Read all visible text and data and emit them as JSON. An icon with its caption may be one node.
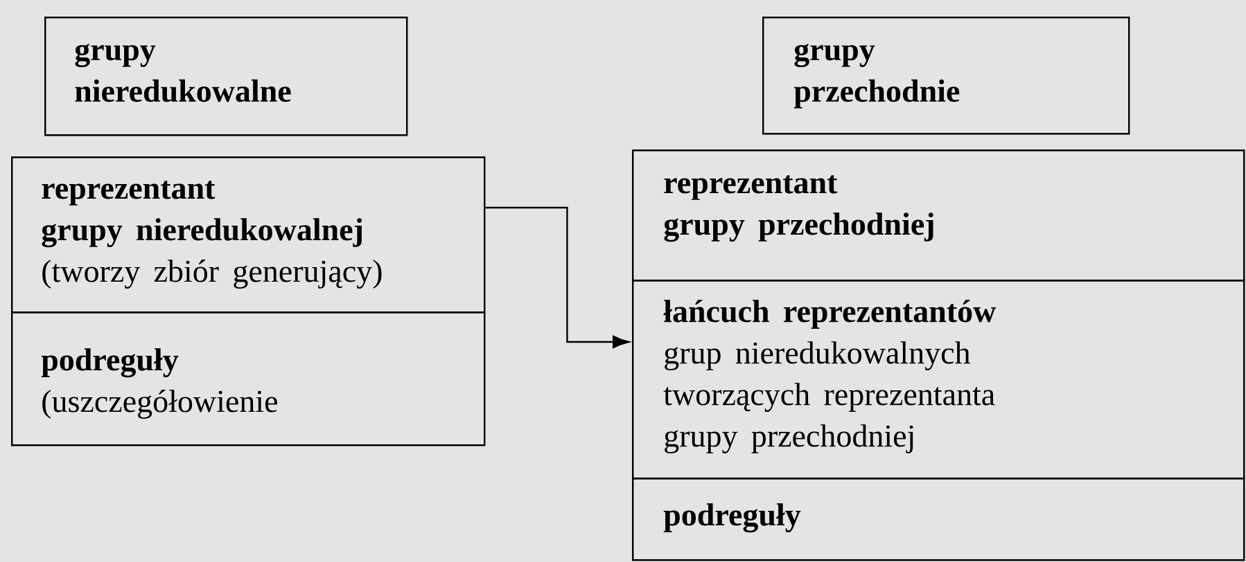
{
  "diagram": {
    "nodes": [
      {
        "text": [
          "grupy nieredukowalne"
        ]
      },
      {
        "text": [
          "reprezentant grupy nieredukowalnej",
          "(tworzy zbiór generujący)"
        ]
      },
      {
        "text": [
          "podreguły",
          "(uszczegółowienie"
        ]
      },
      {
        "text": [
          "grupy przechodnie"
        ]
      },
      {
        "text": [
          "reprezentant grupy przechodniej"
        ]
      },
      {
        "text": [
          "łańcuch reprezentantów",
          "grup nieredukowalnych tworzących reprezentanta grupy przechodniej"
        ]
      },
      {
        "text": [
          "podreguły"
        ]
      }
    ],
    "edges": [
      {
        "from": 1,
        "to": 5,
        "arrow": "to"
      }
    ]
  }
}
